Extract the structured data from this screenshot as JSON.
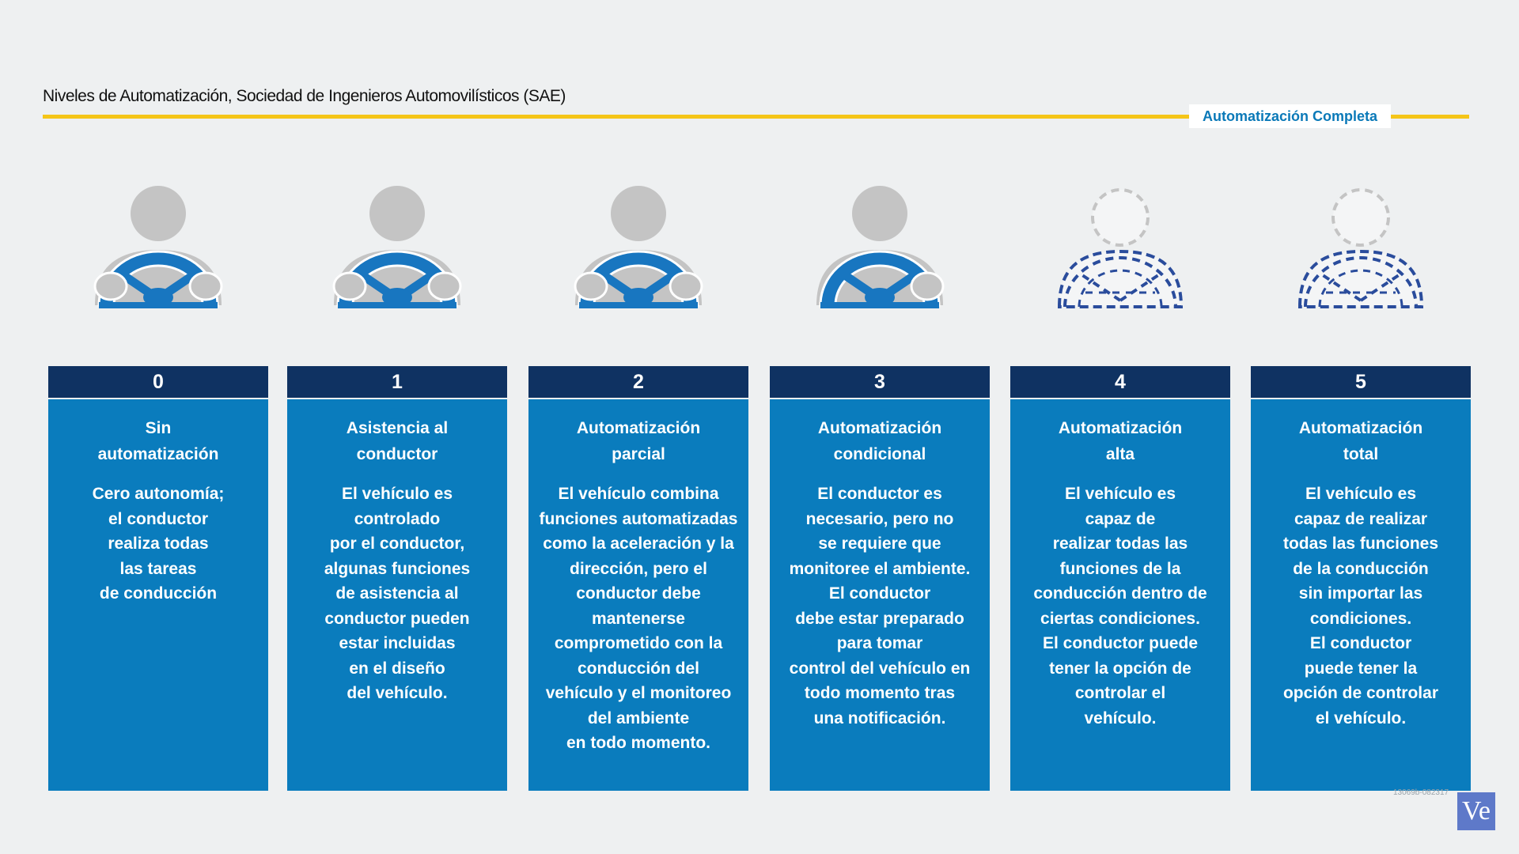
{
  "header": {
    "title": "Niveles de Automatización, Sociedad de Ingenieros Automovilísticos (SAE)",
    "badge": "Automatización Completa"
  },
  "colors": {
    "accent_yellow": "#f5c518",
    "number_bar": "#0f3262",
    "card_blue": "#0a7cbd",
    "wheel_blue": "#1876c0",
    "dashed_blue": "#2a4c9c",
    "person_gray": "#c4c4c4"
  },
  "levels": [
    {
      "number": "0",
      "name": "Sin\nautomatización",
      "description": "Cero autonomía;\nel conductor\nrealiza todas\nlas tareas\nde conducción",
      "icon": "driver-hands-on-wheel-icon"
    },
    {
      "number": "1",
      "name": "Asistencia al\nconductor",
      "description": "El vehículo es\ncontrolado\npor el conductor,\nalgunas funciones\nde asistencia al\nconductor pueden\nestar incluidas\nen el diseño\ndel vehículo.",
      "icon": "driver-hands-on-wheel-icon"
    },
    {
      "number": "2",
      "name": "Automatización\nparcial",
      "description": "El vehículo combina\nfunciones automatizadas\ncomo la aceleración y la\ndirección, pero el\nconductor debe\nmantenerse\ncomprometido con la\nconducción del\nvehículo y el monitoreo\ndel ambiente\nen todo momento.",
      "icon": "driver-hands-on-wheel-icon"
    },
    {
      "number": "3",
      "name": "Automatización\ncondicional",
      "description": "El conductor es\nnecesario, pero no\nse requiere que\nmonitoree el ambiente.\nEl conductor\ndebe estar preparado\npara tomar\ncontrol del vehículo en\ntodo momento tras\nuna notificación.",
      "icon": "driver-one-hand-on-wheel-icon"
    },
    {
      "number": "4",
      "name": "Automatización\nalta",
      "description": "El vehículo es\ncapaz de\nrealizar todas las\nfunciones de la\nconducción dentro de\nciertas condiciones.\nEl conductor puede\ntener la opción de\ncontrolar el\nvehículo.",
      "icon": "dashed-optional-driver-icon"
    },
    {
      "number": "5",
      "name": "Automatización\ntotal",
      "description": "El vehículo es\ncapaz de realizar\ntodas las funciones\nde la conducción\nsin importar las\ncondiciones.\nEl conductor\npuede tener la\nopción de controlar\nel vehículo.",
      "icon": "dashed-optional-driver-icon"
    }
  ],
  "footer": {
    "reference": "13069b-082317",
    "logo": "Ve"
  }
}
